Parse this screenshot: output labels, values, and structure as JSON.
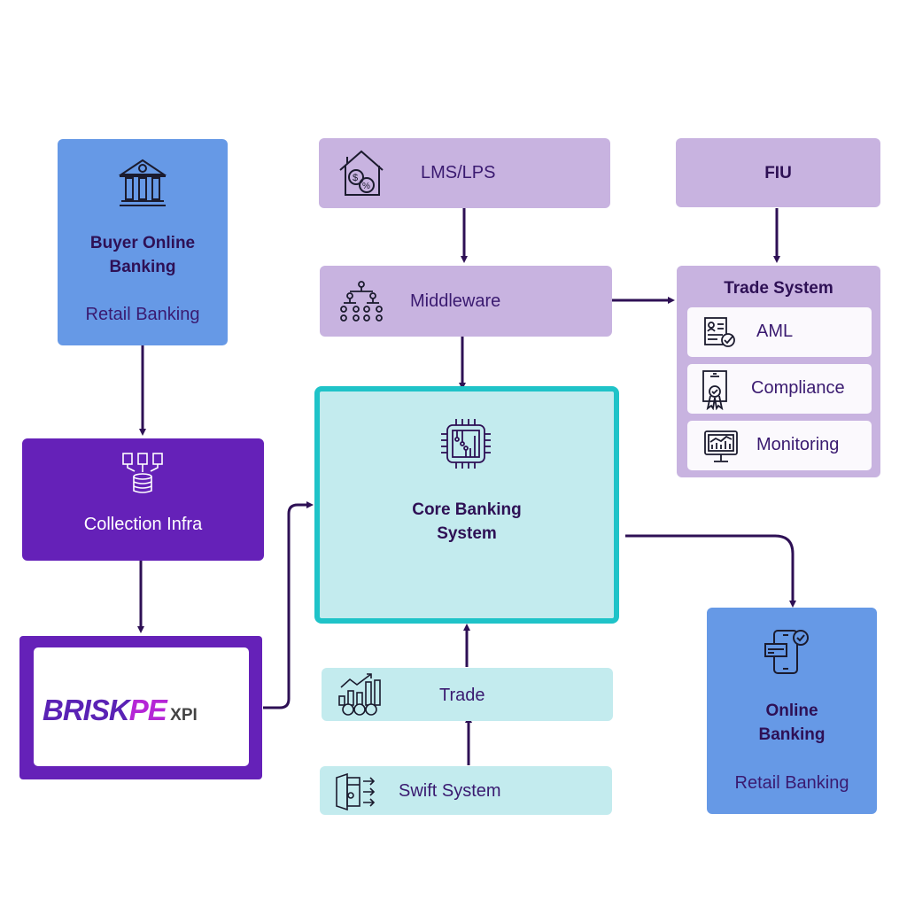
{
  "nodes": {
    "buyer_online_banking": {
      "title": "Buyer Online Banking",
      "subtitle": "Retail Banking",
      "icon": "bank-icon",
      "color": "#6699e6"
    },
    "lms_lps": {
      "title": "LMS/LPS",
      "icon": "house-loan-icon",
      "color": "#c8b3e0"
    },
    "fiu": {
      "title": "FIU",
      "color": "#c8b3e0"
    },
    "middleware": {
      "title": "Middleware",
      "icon": "hierarchy-icon",
      "color": "#c8b3e0"
    },
    "trade_system": {
      "title": "Trade System",
      "color": "#c8b3e0",
      "items": [
        {
          "label": "AML",
          "icon": "document-check-icon"
        },
        {
          "label": "Compliance",
          "icon": "certificate-icon"
        },
        {
          "label": "Monitoring",
          "icon": "monitor-chart-icon"
        }
      ]
    },
    "collection_infra": {
      "title": "Collection Infra",
      "icon": "database-docs-icon",
      "color": "#6521b8"
    },
    "core_banking": {
      "title": "Core Banking System",
      "icon": "chip-icon",
      "color": "#c3ebee",
      "border": "#1fc3c8"
    },
    "briskpe": {
      "logo_text_main": "BRISK",
      "logo_text_accent": "PE",
      "logo_text_suffix": "XPI",
      "brand_color": "#5a22b5",
      "accent_color": "#b526d6",
      "suffix_color": "#444444"
    },
    "trade": {
      "title": "Trade",
      "icon": "trade-chart-icon",
      "color": "#c3ebee"
    },
    "swift_system": {
      "title": "Swift System",
      "icon": "wallet-transfer-icon",
      "color": "#c3ebee"
    },
    "online_banking": {
      "title": "Online Banking",
      "subtitle": "Retail Banking",
      "icon": "mobile-payment-icon",
      "color": "#6699e6"
    }
  },
  "connector_color": "#2e1055"
}
